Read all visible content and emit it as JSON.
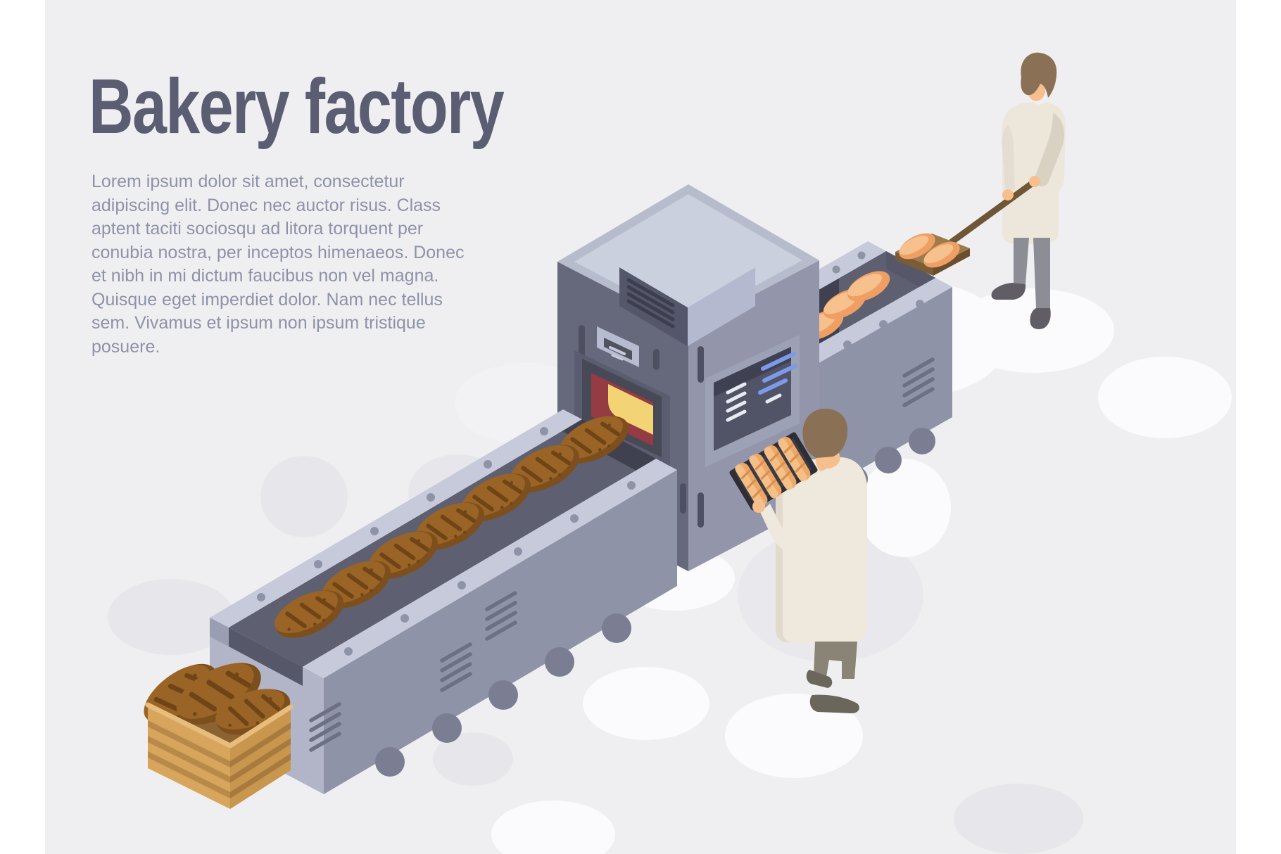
{
  "header": {
    "title": "Bakery factory"
  },
  "intro": {
    "text": "Lorem ipsum dolor sit amet, consectetur\nadipiscing elit. Donec nec auctor risus. Class\naptent taciti sociosqu ad litora torquent per\nconubia nostra, per inceptos himenaeos. Donec\net nibh in mi dictum faucibus non vel magna.\nQuisque eget imperdiet dolor. Nam nec tellus\nsem. Vivamus et ipsum non ipsum tristique\nposuere."
  },
  "scene": {
    "description": "Isometric bakery production line: an oven with a top vent, an output conveyor carrying baked rye loaves toward a wooden crate, an input conveyor with raw dough loaves, one baker carrying a tray of baguettes and another baker loading dough with a wooden peel.",
    "baked_loaves_on_belt": 7,
    "raw_loaves_on_belt": 3,
    "loaves_in_crate": 3,
    "loaves_on_peel": 2,
    "baguettes_on_tray": 4,
    "workers": 2,
    "colors": {
      "page-bg": "#ffffff",
      "canvas-bg": "#efeff1",
      "title-color": "#5b5e73",
      "body-text": "#8e92a8",
      "blob-gray": "#e7e7eb",
      "blob-white": "#fbfbfd",
      "machine-top": "#cbd0df",
      "machine-top-rim": "#b7bccd",
      "machine-left": "#66687c",
      "machine-right": "#9396aa",
      "vent-front": "#b4b9cf",
      "vent-dark": "#54566a",
      "vent-slat": "#3c3e4d",
      "rail": "#c6cadb",
      "belt": "#5e6071",
      "belt-end": "#565869",
      "body-face": "#8f93a7",
      "body-end": "#b2b5c7",
      "bump": "#7b7e92",
      "slat": "#6d7084",
      "rivet": "#8f93a8",
      "panel-dark": "#5a5c6f",
      "mouth-frame": "#474956",
      "mouth-red": "#943b43",
      "mouth-yellow": "#f2d475",
      "screen-frame": "#9da1b5",
      "screen-dark": "#515366",
      "screen-shadow": "#3f4152",
      "screen-blue": "#7d99ea",
      "pill": "#4e5062",
      "display": "#b6bbd0",
      "display-slot": "#50525f",
      "tunnel": "#3f4150",
      "bread-dark": "#9a6426",
      "bread-dark-shadow": "#7c4f1c",
      "bread-slash": "#6f4517",
      "bread-pale": "#ef9f63",
      "bread-pale-light": "#f7c18d",
      "baguette": "#eda766",
      "baguette-light": "#f6c48e",
      "tray": "#3c3c46",
      "tray-rim": "#2e2e37",
      "crate-left": "#d8a55c",
      "crate-right": "#c9964e",
      "crate-stripe-l": "#b9894a",
      "crate-stripe-r": "#a87a3d",
      "crate-top": "#8a6331",
      "crate-rim": "#e6bd7d",
      "wood-peel": "#9c7a4c",
      "wood-peel-side": "#7a5c36",
      "handle": "#6f5636",
      "coat": "#ece6db",
      "coat-shade": "#d9d2c3",
      "coat2": "#efe8dc",
      "coat2-shade": "#e2dbcc",
      "skin": "#f6bf8b",
      "hair": "#8a7054",
      "pants-gray": "#8d8d96",
      "pants-brown": "#8a8476",
      "shoe": "#605d65",
      "shoe2": "#6b665b"
    }
  }
}
